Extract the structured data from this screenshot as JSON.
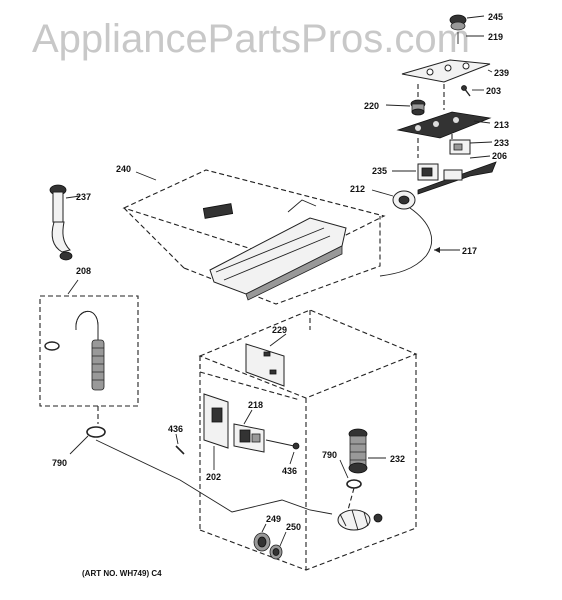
{
  "watermark": "AppliancePartsPros.com",
  "footer": "(ART NO. WH749) C4",
  "callouts": {
    "c245": "245",
    "c219": "219",
    "c239": "239",
    "c203": "203",
    "c220": "220",
    "c213": "213",
    "c233": "233",
    "c206": "206",
    "c235": "235",
    "c212": "212",
    "c217": "217",
    "c240": "240",
    "c237": "237",
    "c208": "208",
    "c229": "229",
    "c218": "218",
    "c436a": "436",
    "c436b": "436",
    "c202": "202",
    "c790a": "790",
    "c790b": "790",
    "c232": "232",
    "c249": "249",
    "c250": "250"
  }
}
